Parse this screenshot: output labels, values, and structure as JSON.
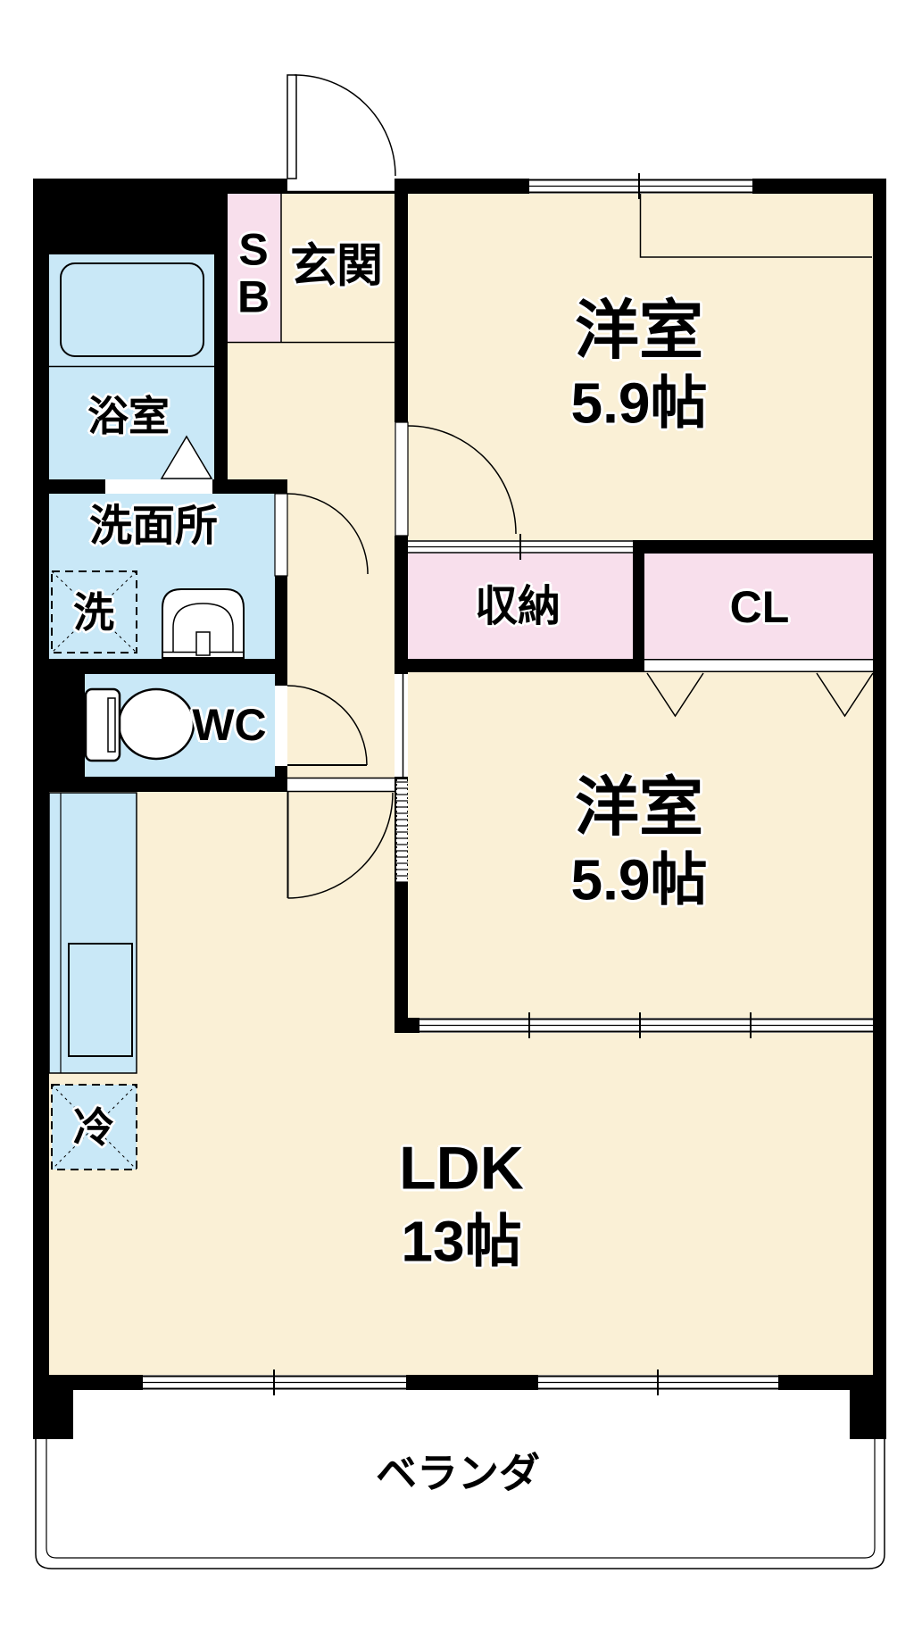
{
  "rooms": {
    "entrance": {
      "label": "玄関"
    },
    "shoe_box": {
      "line1": "S",
      "line2": "B"
    },
    "bathroom": {
      "label": "浴室"
    },
    "washroom": {
      "label": "洗面所"
    },
    "washing_machine": {
      "label": "洗"
    },
    "toilet": {
      "label": "WC"
    },
    "storage": {
      "label": "収納"
    },
    "closet": {
      "label": "CL"
    },
    "western_room_1": {
      "name": "洋室",
      "size": "5.9帖"
    },
    "western_room_2": {
      "name": "洋室",
      "size": "5.9帖"
    },
    "ldk": {
      "name": "LDK",
      "size": "13帖"
    },
    "refrigerator": {
      "label": "冷"
    },
    "veranda": {
      "label": "ベランダ"
    }
  },
  "colors": {
    "wall": "#000000",
    "room_floor": "#FAF0D6",
    "closet_floor": "#F8DFEC",
    "wet_area_floor": "#C9E8F7",
    "background": "#FFFFFF"
  }
}
